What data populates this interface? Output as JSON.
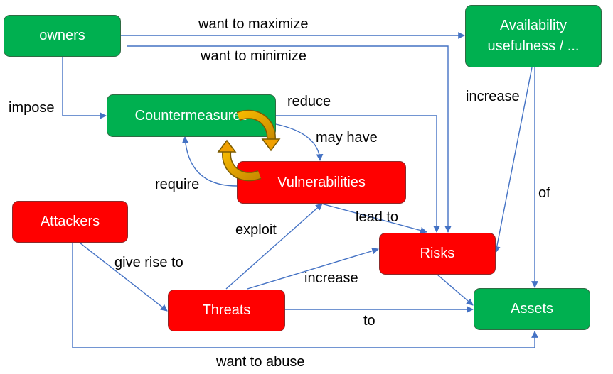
{
  "colors": {
    "entity_green": "#00b050",
    "entity_red": "#ff0000",
    "arrow_blue": "#4472c4",
    "cycle_orange": "#f0a000"
  },
  "nodes": {
    "owners": "owners",
    "availability_line1": "Availability",
    "availability_line2": "usefulness / ...",
    "countermeasures": "Countermeasures",
    "vulnerabilities": "Vulnerabilities",
    "attackers": "Attackers",
    "risks": "Risks",
    "threats": "Threats",
    "assets": "Assets"
  },
  "edge_labels": {
    "want_to_maximize": "want to maximize",
    "want_to_minimize": "want to minimize",
    "impose": "impose",
    "reduce": "reduce",
    "increase_top": "increase",
    "may_have": "may have",
    "require": "require",
    "of": "of",
    "exploit": "exploit",
    "lead_to": "lead to",
    "give_rise_to": "give rise to",
    "increase_mid": "increase",
    "to": "to",
    "want_to_abuse": "want to abuse"
  }
}
